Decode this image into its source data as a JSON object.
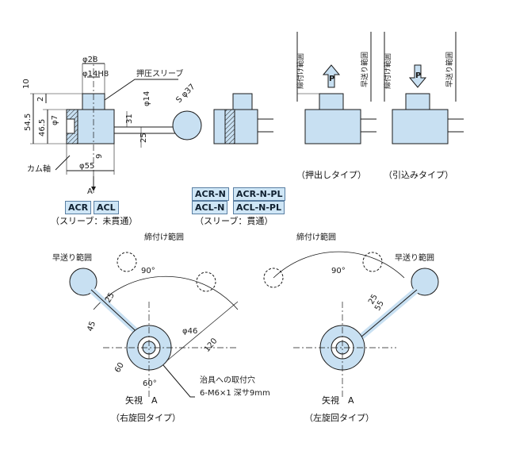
{
  "dims": {
    "d28": "φ28",
    "d14h8": "φ14H8",
    "oshi_sleeve": "押圧スリーブ",
    "d14": "φ14",
    "sr37": "S φ37",
    "v10": "10",
    "v2": "2",
    "d7": "φ7",
    "v54_5": "54.5",
    "v46_5": "46.5",
    "v31": "31",
    "v25": "25",
    "v9": "9",
    "d55": "φ55",
    "cam": "カム軸",
    "A": "A",
    "p_left": "P",
    "p_right": "P",
    "clamp_range": "締付け範囲",
    "fast_range": "早送り範囲",
    "d46": "φ46",
    "v120": "120",
    "v25b": "25",
    "v45": "45",
    "v60": "60",
    "deg60": "60°",
    "deg90_l": "90°",
    "deg90_r": "90°",
    "v55_r": "55",
    "v25_r": "25"
  },
  "tags": {
    "acr": "ACR",
    "acl": "ACL",
    "acr_n": "ACR-N",
    "acr_n_pl": "ACR-N-PL",
    "acl_n": "ACL-N",
    "acl_n_pl": "ACL-N-PL"
  },
  "captions": {
    "sleeve_not": "（スリーブ：未貫通）",
    "sleeve_thru": "（スリーブ：貫通）",
    "push_type": "（押出しタイプ）",
    "pull_type": "（引込みタイプ）",
    "view_a_left": "矢視　A",
    "view_a_right": "矢視　A",
    "right_rot": "（右旋回タイプ）",
    "left_rot": "（左旋回タイプ）",
    "mount_hole": "治具への取付穴",
    "mount_spec": "6-M6×1  深サ9mm",
    "clamp_l": "締付け範囲",
    "fast_l": "早送り範囲",
    "clamp_r": "締付け範囲",
    "fast_r": "早送り範囲",
    "clamp_push": "締付け範囲",
    "fast_push": "早送り範囲",
    "clamp_pull": "締付け範囲",
    "fast_pull": "早送り範囲"
  },
  "colors": {
    "body": "#c8e0f2",
    "line": "#1a1a1a",
    "tag_bg": "#cfe6f6"
  }
}
